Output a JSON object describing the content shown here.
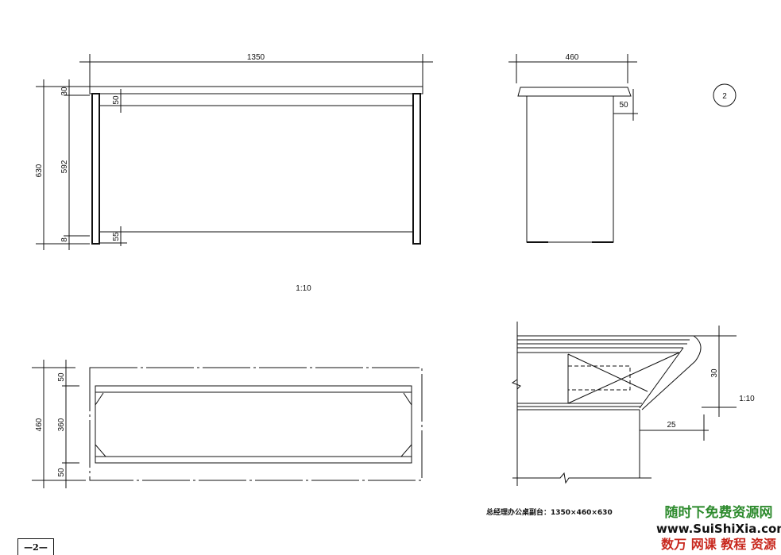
{
  "front_view": {
    "width_dim": "1350",
    "height_dim": "630",
    "top_dim": "30",
    "middle_dim": "592",
    "bottom_dim": "8",
    "apron_dim": "50",
    "bottom_rail_dim": "55"
  },
  "side_view": {
    "depth_dim": "460",
    "apron_dim": "50"
  },
  "drawing_number": "2",
  "scale_main": "1:10",
  "plan_view": {
    "depth_dim": "460",
    "top_dim": "50",
    "middle_dim": "360",
    "bottom_dim": "50"
  },
  "detail": {
    "height_dim": "30",
    "width_dim": "25",
    "scale": "1:10"
  },
  "caption": "总经理办公桌副台：1350×460×630",
  "watermark": {
    "line1": "随时下免费资源网",
    "line2": "www.SuiShiXia.com",
    "line3": "数万 网课 教程 资源",
    "colors": [
      "#2e8b2e",
      "#111111",
      "#c8281e"
    ]
  },
  "page_number": "—2—"
}
